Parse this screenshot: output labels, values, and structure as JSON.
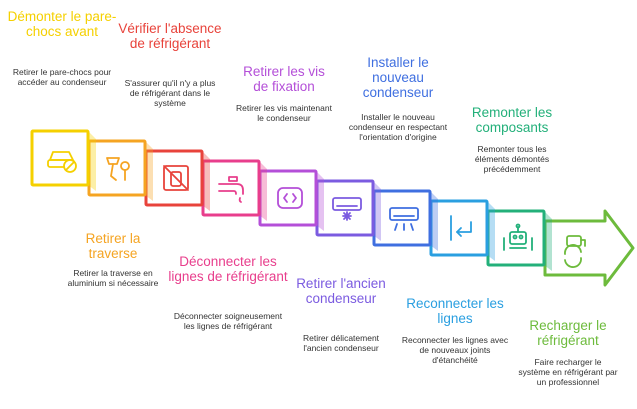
{
  "steps": [
    {
      "title": "Démonter le pare-chocs avant",
      "desc": "Retirer le pare-chocs pour accéder au condenseur",
      "color": "#F5D000",
      "icon": "car-bumper-icon"
    },
    {
      "title": "Retirer la traverse",
      "desc": "Retirer la traverse en aluminium si nécessaire",
      "color": "#F5A422",
      "icon": "tools-icon"
    },
    {
      "title": "Vérifier l'absence de réfrigérant",
      "desc": "S'assurer qu'il n'y a plus de réfrigérant dans le système",
      "color": "#E8433B",
      "icon": "no-refrigerant-icon"
    },
    {
      "title": "Déconnecter les lignes de réfrigérant",
      "desc": "Déconnecter soigneusement les lignes de réfrigérant",
      "color": "#E83E8C",
      "icon": "pipe-faucet-icon"
    },
    {
      "title": "Retirer les vis de fixation",
      "desc": "Retirer les vis maintenant le condenseur",
      "color": "#B44FD8",
      "icon": "screw-icon"
    },
    {
      "title": "Retirer l'ancien condenseur",
      "desc": "Retirer délicatement l'ancien condenseur",
      "color": "#7B5BE0",
      "icon": "air-conditioner-icon"
    },
    {
      "title": "Installer le nouveau condenseur",
      "desc": "Installer le nouveau condenseur en respectant l'orientation d'origine",
      "color": "#3F6FE0",
      "icon": "ac-unit-icon"
    },
    {
      "title": "Reconnecter les lignes",
      "desc": "Reconnecter les lignes avec de nouveaux joints d'étanchéité",
      "color": "#2A9FE0",
      "icon": "reconnect-icon"
    },
    {
      "title": "Remonter les composants",
      "desc": "Remonter tous les éléments démontés précédemment",
      "color": "#23B07A",
      "icon": "robot-assembly-icon"
    },
    {
      "title": "Recharger le réfrigérant",
      "desc": "Faire recharger le système en réfrigérant par un professionnel",
      "color": "#6DBB3C",
      "icon": "refill-icon"
    }
  ]
}
